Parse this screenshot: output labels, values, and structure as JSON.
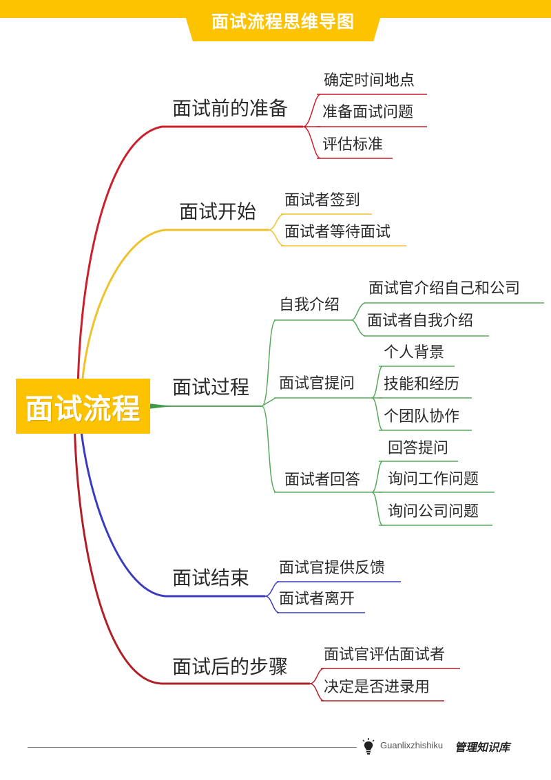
{
  "header": {
    "title": "面试流程思维导图"
  },
  "root": {
    "label": "面试流程"
  },
  "branches": [
    {
      "label": "面试前的准备",
      "color": "#cc1f2b",
      "children": [
        "确定时间地点",
        "准备面试问题",
        "评估标准"
      ]
    },
    {
      "label": "面试开始",
      "color": "#f0c22a",
      "children": [
        "面试者签到",
        "面试者等待面试"
      ]
    },
    {
      "label": "面试过程",
      "color": "#57a85a",
      "groups": [
        {
          "label": "自我介绍",
          "children": [
            "面试官介绍自己和公司",
            "面试者自我介绍"
          ]
        },
        {
          "label": "面试官提问",
          "children": [
            "个人背景",
            "技能和经历",
            "个团队协作"
          ]
        },
        {
          "label": "面试者回答",
          "children": [
            "回答提问",
            "询问工作问题",
            "询问公司问题"
          ]
        }
      ]
    },
    {
      "label": "面试结束",
      "color": "#3a3bbf",
      "children": [
        "面试官提供反馈",
        "面试者离开"
      ]
    },
    {
      "label": "面试后的步骤",
      "color": "#b01f25",
      "children": [
        "面试官评估面试者",
        "决定是否进录用"
      ]
    }
  ],
  "footer": {
    "brand_en": "Guanlixzhishiku",
    "brand_cn": "管理知识库",
    "logo_icon": "lightbulb-icon"
  }
}
